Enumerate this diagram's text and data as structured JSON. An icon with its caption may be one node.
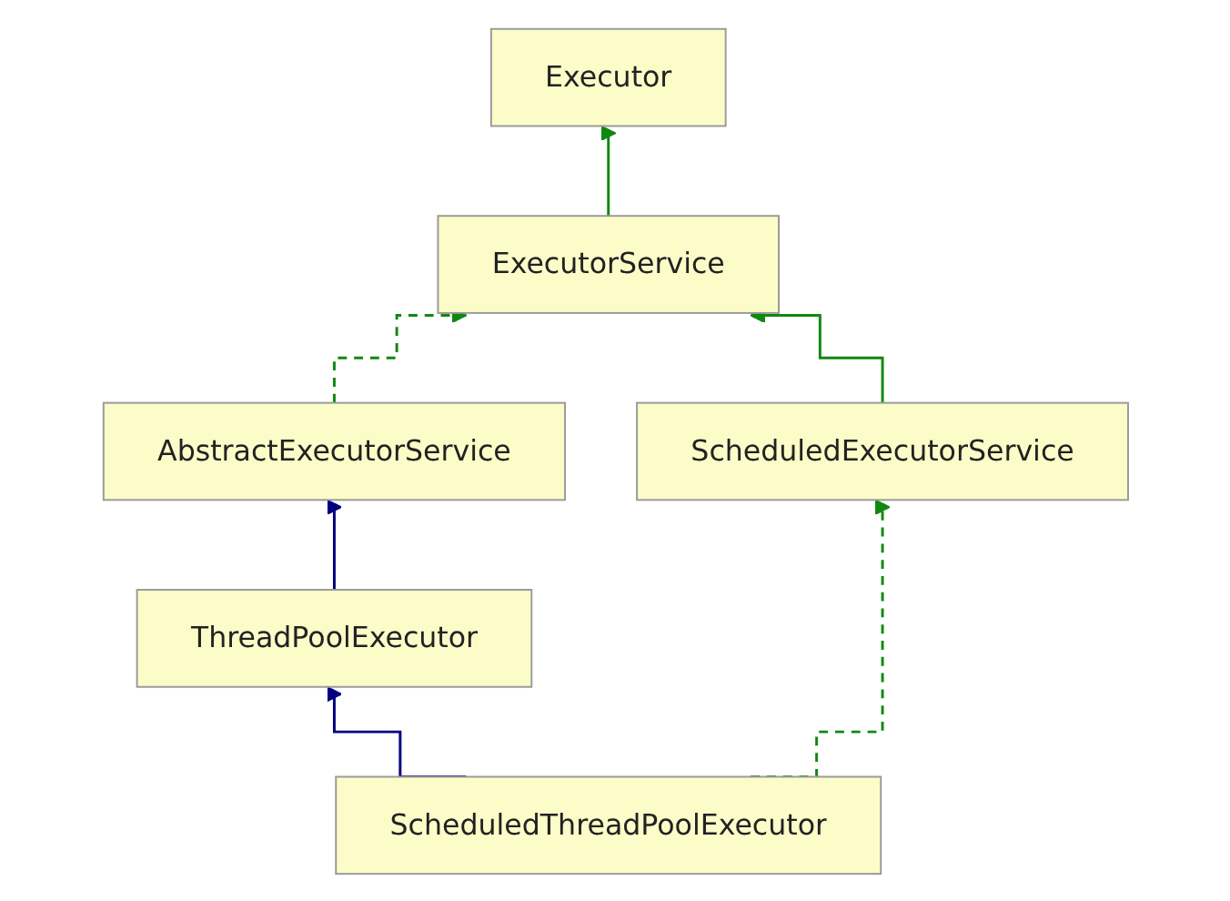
{
  "diagram": {
    "nodes": [
      {
        "text": [
          "Executor"
        ]
      },
      {
        "text": [
          "ExecutorService"
        ]
      },
      {
        "text": [
          "AbstractExecutorService"
        ]
      },
      {
        "text": [
          "ScheduledExecutorService"
        ]
      },
      {
        "text": [
          "ThreadPoolExecutor"
        ]
      },
      {
        "text": [
          "ScheduledThreadPoolExecutor"
        ]
      }
    ],
    "edges": [
      {
        "from": 1,
        "to": 0,
        "arrow": "to"
      },
      {
        "from": 2,
        "to": 1,
        "arrow": "to",
        "style": "dashed"
      },
      {
        "from": 3,
        "to": 1,
        "arrow": "to"
      },
      {
        "from": 4,
        "to": 2,
        "arrow": "to",
        "color": "#000080"
      },
      {
        "from": 5,
        "to": 4,
        "arrow": "to",
        "color": "#000080"
      },
      {
        "from": 5,
        "to": 3,
        "arrow": "to",
        "style": "dashed"
      }
    ]
  }
}
